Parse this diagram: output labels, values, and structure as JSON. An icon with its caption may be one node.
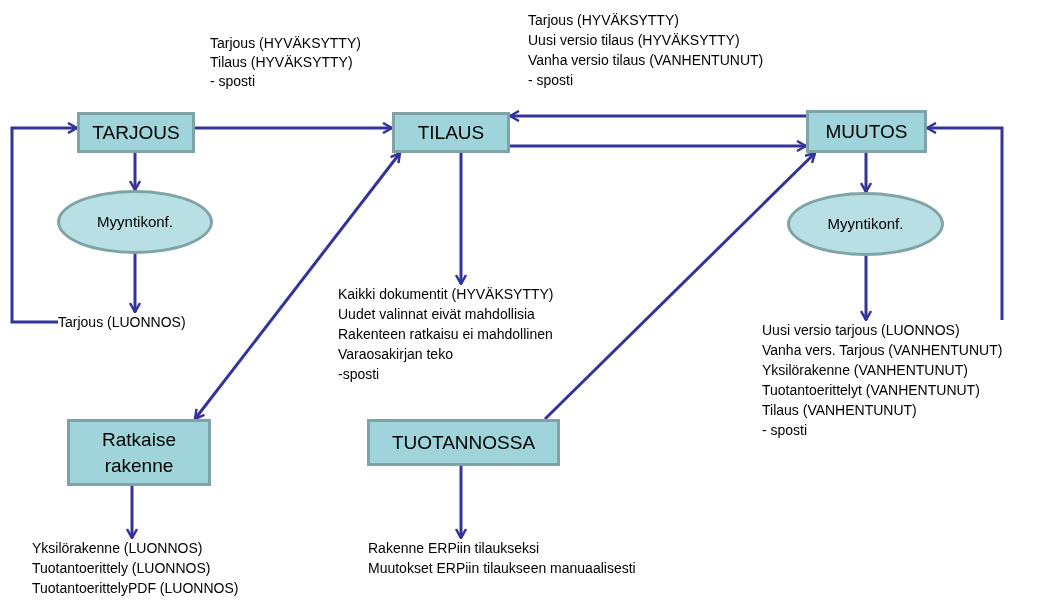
{
  "diagram": {
    "nodes": [
      {
        "text": [
          "TARJOUS"
        ]
      },
      {
        "text": [
          "TILAUS"
        ]
      },
      {
        "text": [
          "MUUTOS"
        ]
      },
      {
        "text": [
          "Myyntikonf."
        ]
      },
      {
        "text": [
          "Tarjous (LUONNOS)"
        ]
      },
      {
        "text": [
          "Myyntikonf."
        ]
      },
      {
        "text": [
          "Kaikki dokumentit (HYVÄKSYTTY)",
          "Uudet valinnat eivät mahdollisia",
          "Rakenteen ratkaisu ei mahdollinen",
          "Varaosakirjan teko",
          "-sposti"
        ]
      },
      {
        "text": [
          "Uusi versio tarjous (LUONNOS)",
          "Vanha vers. Tarjous (VANHENTUNUT)",
          "Yksilörakenne (VANHENTUNUT)",
          "Tuotantoerittelyt (VANHENTUNUT)",
          "Tilaus (VANHENTUNUT)",
          "- sposti"
        ]
      },
      {
        "text": [
          "Ratkaise rakenne"
        ]
      },
      {
        "text": [
          "TUOTANNOSSA"
        ]
      },
      {
        "text": [
          "Yksilörakenne (LUONNOS)",
          "Tuotantoerittely (LUONNOS)",
          "TuotantoerittelyPDF (LUONNOS)"
        ]
      },
      {
        "text": [
          "Rakenne ERPiin tilaukseksi",
          "Muutokset ERPiin tilaukseen manuaalisesti"
        ]
      }
    ],
    "edges": [
      {
        "from": 0,
        "to": 1,
        "arrow": "to"
      },
      {
        "from": 2,
        "to": 1,
        "arrow": "to"
      },
      {
        "from": 1,
        "to": 2,
        "arrow": "to"
      },
      {
        "from": 0,
        "to": 3,
        "arrow": "to"
      },
      {
        "from": 3,
        "to": 4,
        "arrow": "to"
      },
      {
        "from": 4,
        "to": 0,
        "arrow": "to"
      },
      {
        "from": 1,
        "to": 6,
        "arrow": "to"
      },
      {
        "from": 1,
        "to": 8,
        "arrow": "both"
      },
      {
        "from": 9,
        "to": 2,
        "arrow": "to"
      },
      {
        "from": 2,
        "to": 5,
        "arrow": "to"
      },
      {
        "from": 5,
        "to": 7,
        "arrow": "to"
      },
      {
        "from": 7,
        "to": 2,
        "arrow": "to"
      },
      {
        "from": 8,
        "to": 10,
        "arrow": "to"
      },
      {
        "from": 9,
        "to": 11,
        "arrow": "to"
      }
    ],
    "labels": [
      "Tarjous (HYVÄKSYTTY)",
      "Tilaus (HYVÄKSYTTY)",
      "- sposti",
      "Tarjous (HYVÄKSYTTY)",
      "Uusi versio tilaus (HYVÄKSYTTY)",
      "Vanha versio tilaus (VANHENTUNUT)",
      "- sposti"
    ]
  }
}
